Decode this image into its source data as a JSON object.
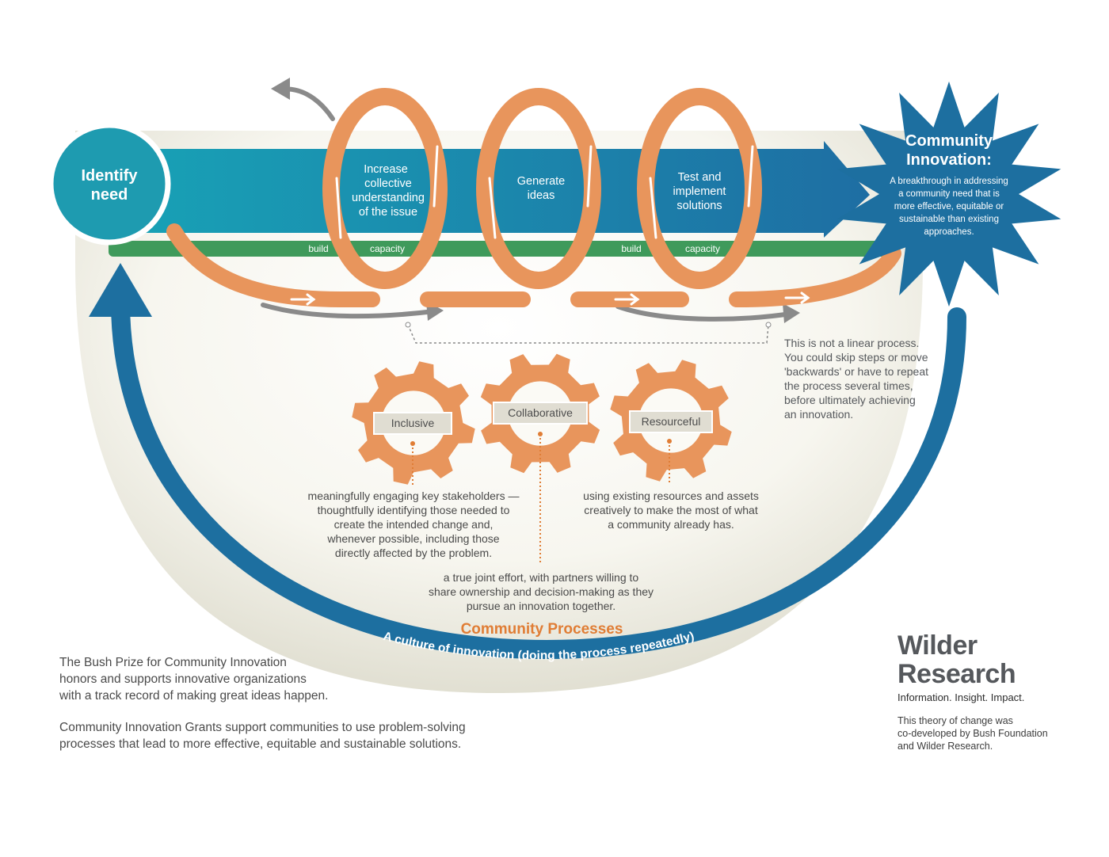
{
  "identify": {
    "line1": "Identify",
    "line2": "need"
  },
  "steps": [
    {
      "lines": [
        "Increase",
        "collective",
        "understanding",
        "of the issue"
      ]
    },
    {
      "lines": [
        "Generate",
        "ideas"
      ]
    },
    {
      "lines": [
        "Test and",
        "implement",
        "solutions"
      ]
    }
  ],
  "capacity_labels": {
    "build": "build",
    "capacity": "capacity"
  },
  "community_innovation": {
    "title_line1": "Community",
    "title_line2": "Innovation:",
    "desc_lines": [
      "A breakthrough in addressing",
      "a community need that is",
      "more effective, equitable or",
      "sustainable than existing",
      "approaches."
    ]
  },
  "nonlinear_note": [
    "This is not a linear process.",
    "You could skip steps or move",
    "'backwards' or have to repeat",
    "the process several times,",
    "before ultimately achieving",
    "an innovation."
  ],
  "gears": [
    {
      "label": "Inclusive"
    },
    {
      "label": "Collaborative"
    },
    {
      "label": "Resourceful"
    }
  ],
  "descriptions": {
    "inclusive": [
      "meaningfully engaging key stakeholders —",
      "thoughtfully identifying those needed to",
      "create the intended change and,",
      "whenever possible, including those",
      "directly affected by the problem."
    ],
    "resourceful": [
      "using existing resources and assets",
      "creatively to make the most of what",
      "a community already has."
    ],
    "collaborative": [
      "a true joint effort, with partners willing to",
      "share ownership and decision-making as they",
      "pursue an innovation together."
    ]
  },
  "community_processes": "Community Processes",
  "culture_arc": "A culture of innovation (doing the process repeatedly)",
  "footer": {
    "para1": [
      "The Bush Prize for Community Innovation",
      "honors and supports innovative organizations",
      "with a track record of making great ideas happen."
    ],
    "para2": [
      "Community Innovation Grants support communities to use problem-solving",
      "processes that lead to more effective, equitable and sustainable solutions."
    ]
  },
  "brand": {
    "line1": "Wilder",
    "line2": "Research",
    "tagline": "Information. Insight. Impact.",
    "credit": [
      "This theory of change was",
      "co-developed by Bush Foundation",
      "and Wilder Research."
    ]
  },
  "colors": {
    "teal": "#1e9bb0",
    "blue": "#1d6fa0",
    "orange": "#e8955c",
    "green": "#3f9a5b",
    "gray_arrow": "#8a8a8a",
    "bowl": "#ecebe0"
  }
}
